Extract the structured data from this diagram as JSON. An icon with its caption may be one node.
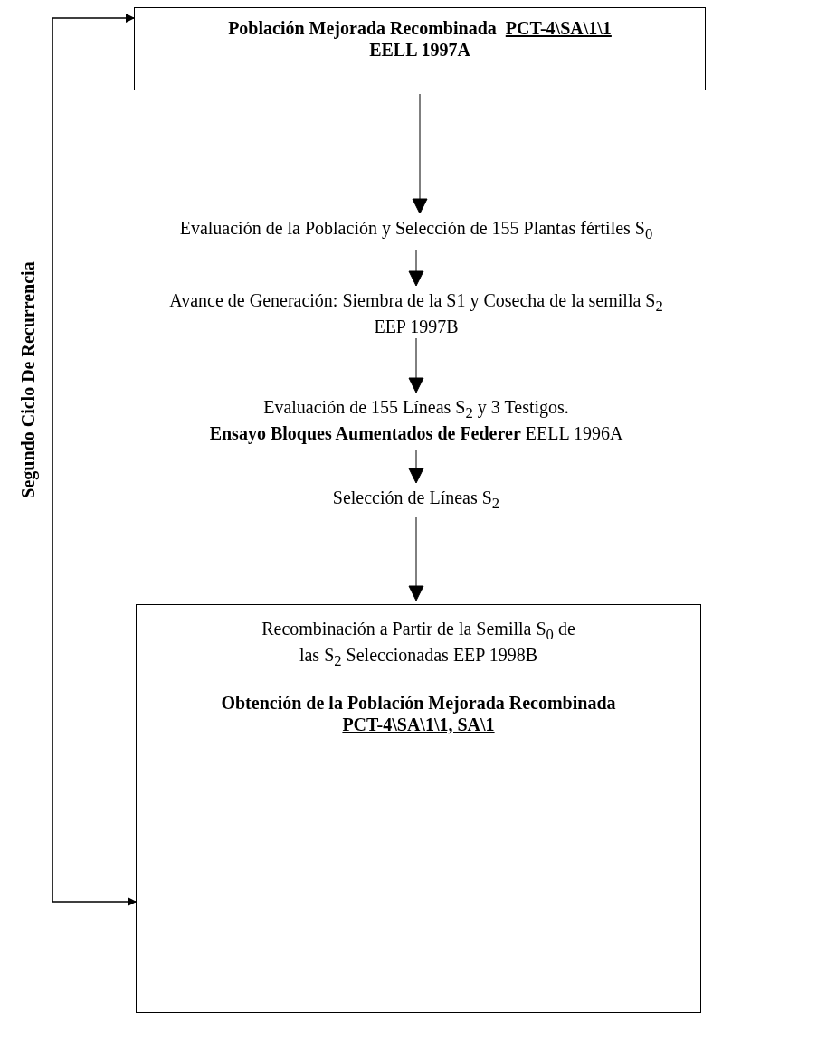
{
  "diagram": {
    "nodes": [
      {
        "text": [
          "Población Mejorada Recombinada",
          "PCT-4\\SA\\1\\1",
          "EELL 1997A"
        ]
      },
      {
        "text": [
          "Evaluación de la Población y Selección de 155 Plantas fértiles S$_{0}$"
        ]
      },
      {
        "text": [
          "Avance de Generación: Siembra de la S1 y Cosecha de la semilla S$_{2}$",
          "EEP 1997B"
        ]
      },
      {
        "text": [
          "Evaluación de 155 Líneas S$_{2}$ y 3 Testigos.",
          "**Ensayo Bloques Aumentados de Federer** EELL 1996A"
        ]
      },
      {
        "text": [
          "Selección de Líneas S$_{2}$"
        ]
      },
      {
        "text": [
          "Recombinación a Partir de la Semilla S$_{0}$ de las S$_{2}$ Seleccionadas EEP 1998B",
          "Obtención de la Población Mejorada Recombinada",
          "PCT-4\\SA\\1\\1, SA\\1"
        ]
      }
    ],
    "edges": [
      {
        "from": 0,
        "to": 1,
        "arrow": "to"
      },
      {
        "from": 1,
        "to": 2,
        "arrow": "to"
      },
      {
        "from": 2,
        "to": 3,
        "arrow": "to"
      },
      {
        "from": 3,
        "to": 4,
        "arrow": "to"
      },
      {
        "from": 4,
        "to": 5,
        "arrow": "to"
      },
      {
        "from": 5,
        "to": 0,
        "arrow": "both",
        "label": "Segundo Ciclo De Recurrencia"
      }
    ]
  }
}
